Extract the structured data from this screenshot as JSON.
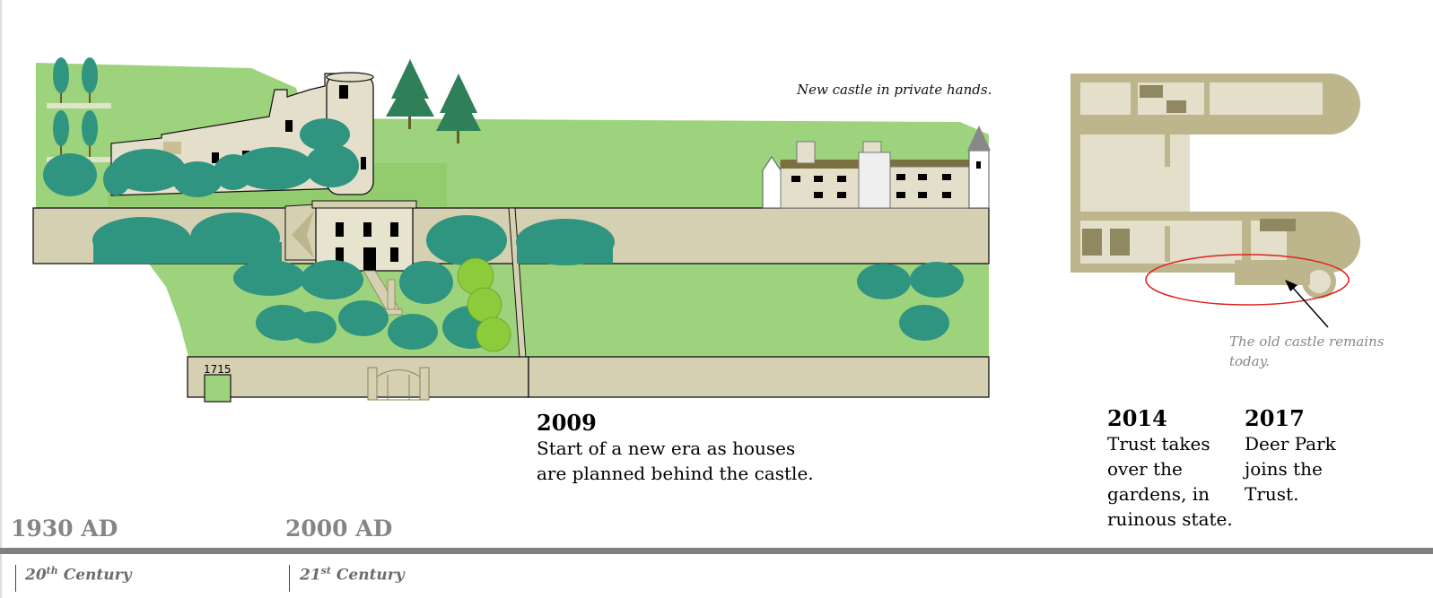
{
  "scene": {
    "marker_year": "1715",
    "castle_note": "New castle in private hands.",
    "old_castle_note": "The old castle remains today."
  },
  "events": [
    {
      "year": "2009",
      "text": "Start of a new era as houses\nare planned behind the castle."
    },
    {
      "year": "2014",
      "text": "Trust takes\nover the\ngardens, in\nruinous state."
    },
    {
      "year": "2017",
      "text": "Deer Park\njoins the\nTrust."
    }
  ],
  "timeline": {
    "eras": [
      "1930 AD",
      "2000 AD"
    ],
    "centuries": [
      {
        "num": "20",
        "suffix": "th",
        "label": "Century"
      },
      {
        "num": "21",
        "suffix": "st",
        "label": "Century"
      }
    ]
  },
  "colors": {
    "grass": "#9dd37c",
    "tree": "#2f9480",
    "wall": "#d6d0b2",
    "plan": "#bdb68c",
    "accent_circle": "#e02020",
    "timeline_bar": "#808080"
  }
}
